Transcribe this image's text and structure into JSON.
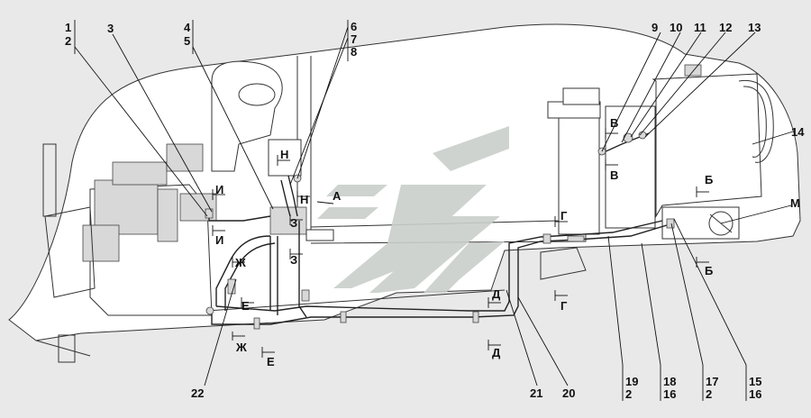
{
  "callouts": {
    "n1": "1",
    "n2": "2",
    "n3": "3",
    "n4": "4",
    "n5": "5",
    "n6": "6",
    "n7": "7",
    "n8": "8",
    "n9": "9",
    "n10": "10",
    "n11": "11",
    "n12": "12",
    "n13": "13",
    "n14": "14",
    "m": "М",
    "n22": "22",
    "n21": "21",
    "n20": "20",
    "n19": "19",
    "n19b": "2",
    "n18": "18",
    "n18b": "16",
    "n17": "17",
    "n17b": "2",
    "n15": "15",
    "n15b": "16"
  },
  "sections": {
    "a": "А",
    "b": "Б",
    "v": "В",
    "g": "Г",
    "d": "Д",
    "e": "Е",
    "zh": "Ж",
    "z": "З",
    "i": "И",
    "n": "Н"
  },
  "colors": {
    "background": "#e9e9e9",
    "watermark": "#c9cfca",
    "line": "#222222"
  }
}
